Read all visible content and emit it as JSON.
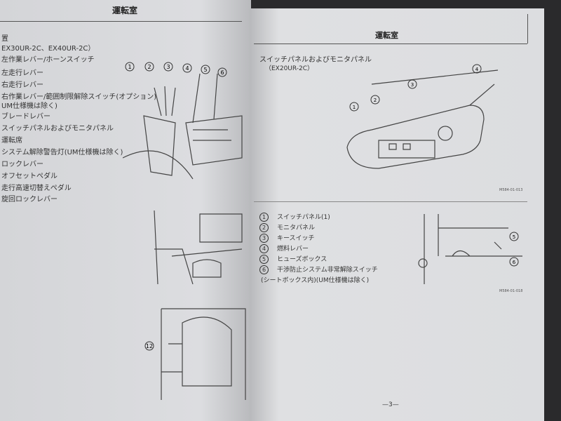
{
  "left_page": {
    "header": "運転室",
    "section": "置",
    "models": "EX30UR-2C、EX40UR-2C）",
    "items": [
      "左作業レバー/ホーンスイッチ",
      "左走行レバー",
      "右走行レバー",
      "右作業レバー/範囲制限解除スイッチ(オプション)",
      "UM仕様機は除く)",
      "ブレードレバー",
      "スイッチパネルおよびモニタパネル",
      "運転席",
      "システム解除警告灯(UM仕様機は除く)",
      "ロックレバー",
      "オフセットペダル",
      "走行高速切替えペダル",
      "旋回ロックレバー"
    ],
    "callouts": [
      "1",
      "2",
      "3",
      "4",
      "5",
      "6",
      "12"
    ]
  },
  "right_page": {
    "header": "運転室",
    "title": "スイッチパネルおよびモニタパネル",
    "model": "（EX20UR-2C）",
    "legend": [
      {
        "n": "1",
        "label": "スイッチパネル(1)"
      },
      {
        "n": "2",
        "label": "モニタパネル"
      },
      {
        "n": "3",
        "label": "キースイッチ"
      },
      {
        "n": "4",
        "label": "燃料レバー"
      },
      {
        "n": "5",
        "label": "ヒューズボックス"
      },
      {
        "n": "6",
        "label": "干渉防止システム非常解除スイッチ"
      },
      {
        "n": "",
        "label": "(シートボックス内)(UM仕様機は除く)"
      }
    ],
    "fig_codes": [
      "M584-01-013",
      "M584-01-018"
    ],
    "page_number": "—3—"
  }
}
